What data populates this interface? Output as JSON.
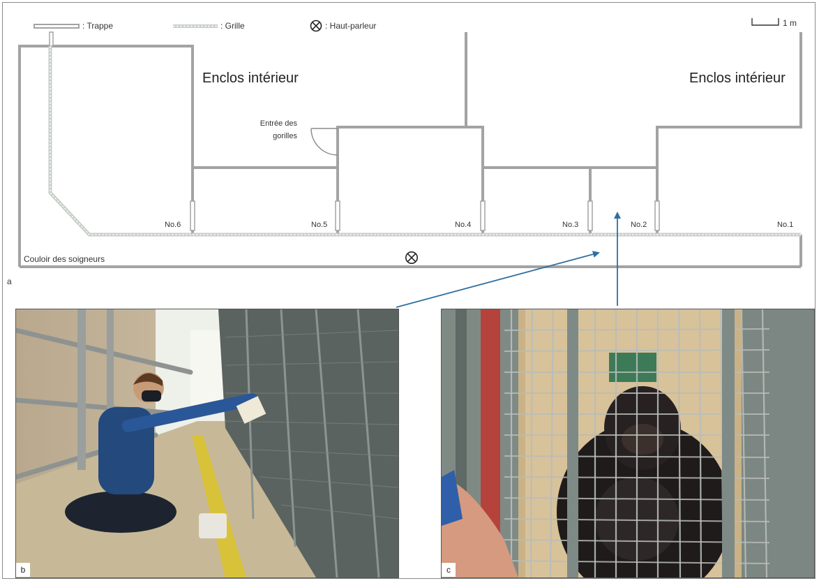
{
  "legend": {
    "trappe": ": Trappe",
    "grille": ": Grille",
    "speaker": ": Haut-parleur",
    "scale": "1 m"
  },
  "labels": {
    "enclos_left": "Enclos intérieur",
    "enclos_right": "Enclos intérieur",
    "entree_line1": "Entrée des",
    "entree_line2": "gorilles",
    "couloir": "Couloir des soigneurs"
  },
  "rooms": [
    "No.6",
    "No.5",
    "No.4",
    "No.3",
    "No.2",
    "No.1"
  ],
  "panels": {
    "a": "a",
    "b": "b",
    "c": "c"
  },
  "colors": {
    "wall": "#a3a3a3",
    "grille": "#c7cdc7",
    "arrow": "#2f6f9f"
  }
}
